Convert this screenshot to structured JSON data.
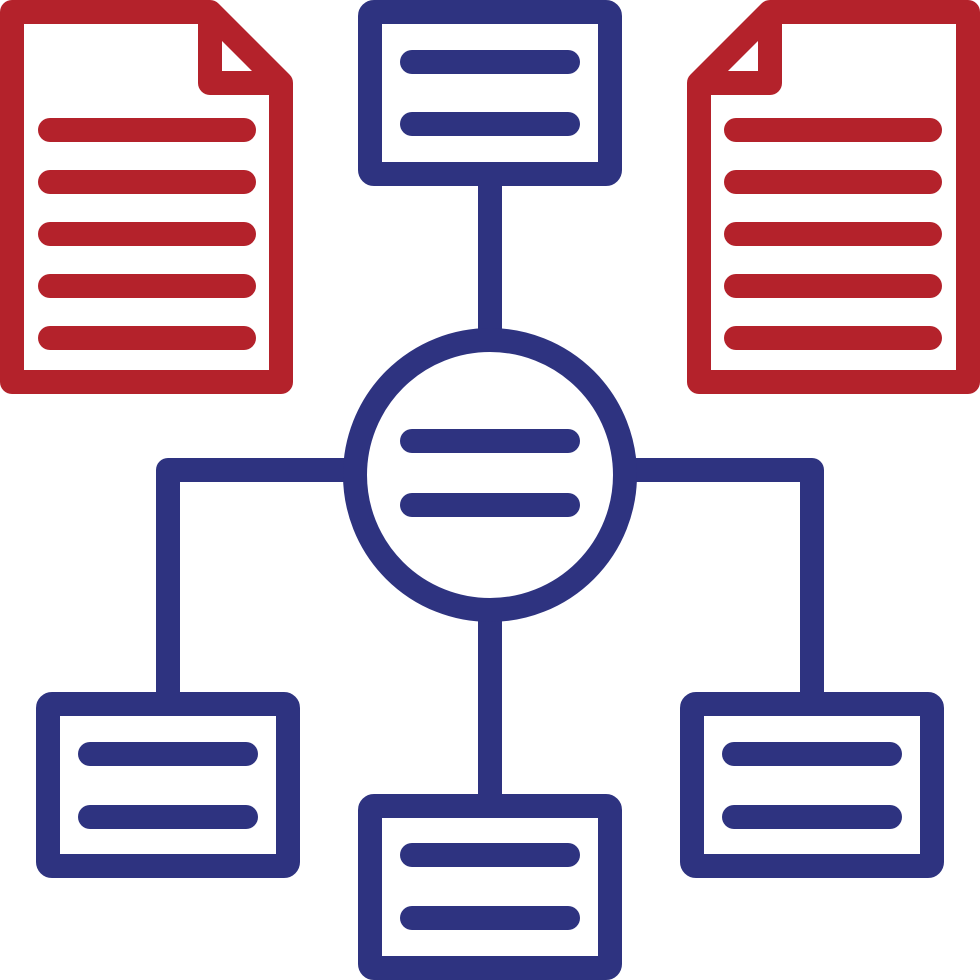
{
  "icon": {
    "name": "structured-data-icon",
    "colors": {
      "navy": "#2E3380",
      "red": "#B4222B",
      "background": "#FFFFFF"
    },
    "parts": {
      "center_node": "hub-circle",
      "top_node": "box",
      "bottom_nodes": [
        "box-left",
        "box-center",
        "box-right"
      ],
      "documents": [
        "document-left",
        "document-right"
      ]
    }
  }
}
